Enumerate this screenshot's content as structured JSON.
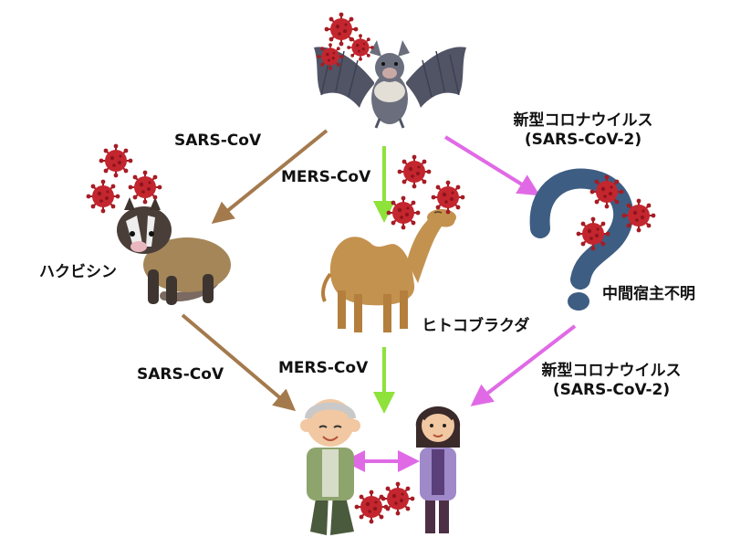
{
  "labels": {
    "sars_bat_to_civet": "SARS-CoV",
    "mers_bat_to_camel": "MERS-CoV",
    "sars2_bat_line1": "新型コロナウイルス",
    "sars2_bat_line2": "(SARS-CoV-2)",
    "civet_name": "ハクビシン",
    "camel_name": "ヒトコブラクダ",
    "unknown_host": "中間宿主不明",
    "sars_civet_to_human": "SARS-CoV",
    "mers_camel_to_human": "MERS-CoV",
    "sars2_human_line1": "新型コロナウイルス",
    "sars2_human_line2": "(SARS-CoV-2)"
  },
  "colors": {
    "sars_arrow": "#a47a4d",
    "mers_arrow": "#8ee23a",
    "sars2_arrow": "#e06ae6",
    "virus": "#c3262e",
    "question_mark": "#3e5d82"
  },
  "icons": [
    "bat-icon",
    "civet-icon",
    "camel-icon",
    "question-mark-icon",
    "elderly-man-icon",
    "woman-icon",
    "virus-icon"
  ]
}
